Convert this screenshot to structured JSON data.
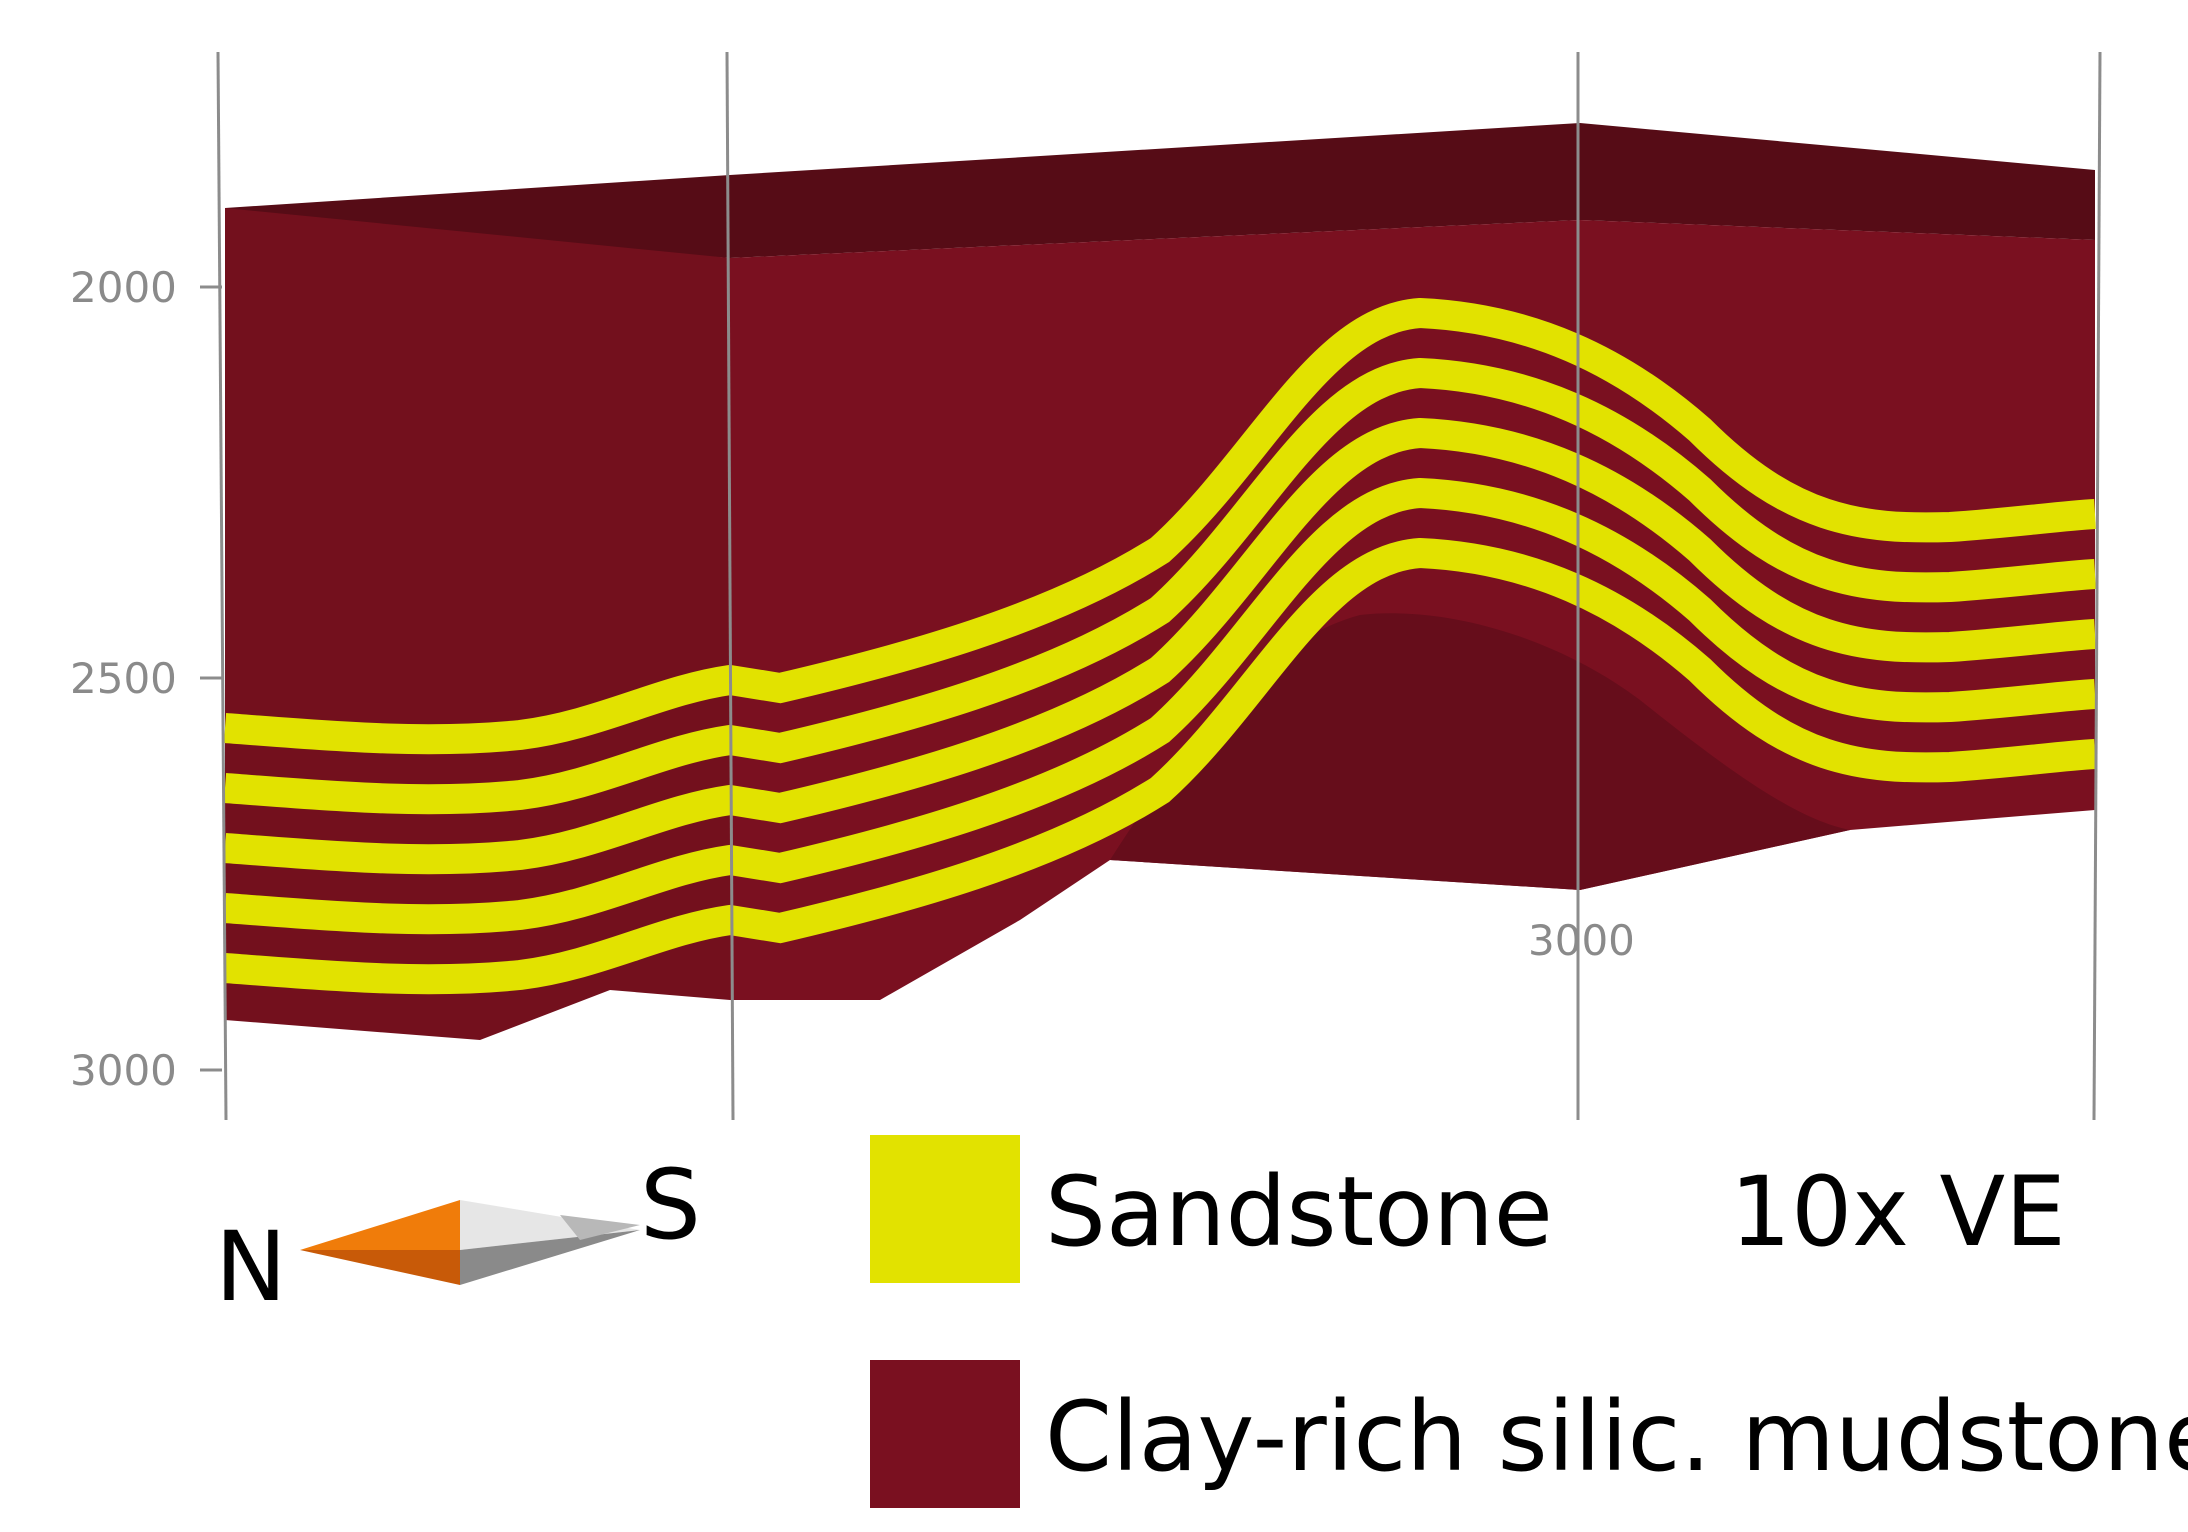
{
  "axis": {
    "depth_ticks": [
      "2000",
      "2500",
      "3000"
    ],
    "horizontal_tick": "3000"
  },
  "orientation": {
    "north": "N",
    "south": "S"
  },
  "legend": {
    "items": [
      {
        "label": "Sandstone",
        "color": "#e2e200"
      },
      {
        "label": "Clay-rich silic. mudstone",
        "color": "#7a1020"
      }
    ]
  },
  "vertical_exaggeration": "10x VE",
  "colors": {
    "mudstone": "#7a1020",
    "mudstone_top": "#560c16",
    "mudstone_dark": "#660d1b",
    "sandstone": "#e2e200",
    "gridline": "#8c8c8c",
    "compass_orange": "#f07c0a",
    "compass_grey": "#b8b8b8"
  }
}
